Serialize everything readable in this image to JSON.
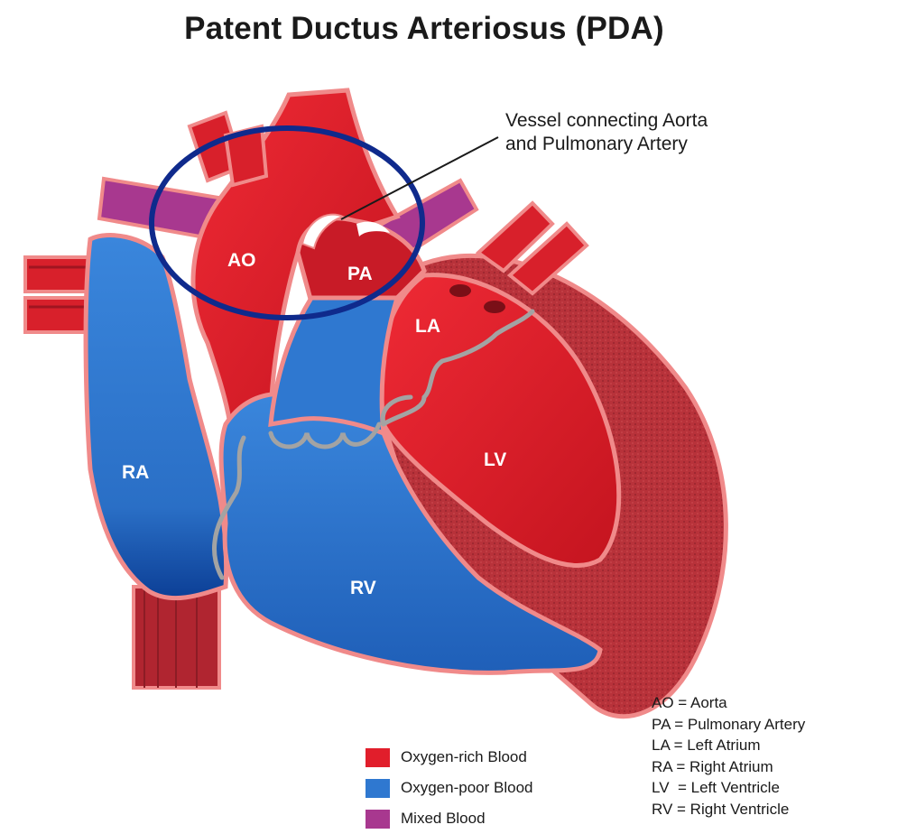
{
  "title": "Patent Ductus Arteriosus (PDA)",
  "annotation": {
    "line1": "Vessel connecting Aorta",
    "line2": "and Pulmonary Artery"
  },
  "labels": {
    "ao": "AO",
    "pa": "PA",
    "la": "LA",
    "lv": "LV",
    "ra": "RA",
    "rv": "RV"
  },
  "colors": {
    "oxygen_rich": "#e11e2b",
    "oxygen_poor": "#2f78d0",
    "mixed": "#a8388f",
    "outline": "#f08a8a",
    "muscle": "#b8323a",
    "highlight_circle": "#0f2a8c"
  },
  "legend": [
    {
      "label": "Oxygen-rich Blood",
      "color": "#e11e2b"
    },
    {
      "label": "Oxygen-poor Blood",
      "color": "#2f78d0"
    },
    {
      "label": "Mixed Blood",
      "color": "#a8388f"
    }
  ],
  "abbreviations": [
    "AO = Aorta",
    "PA = Pulmonary Artery",
    "LA = Left Atrium",
    "RA = Right Atrium",
    "LV  = Left Ventricle",
    "RV = Right Ventricle"
  ]
}
